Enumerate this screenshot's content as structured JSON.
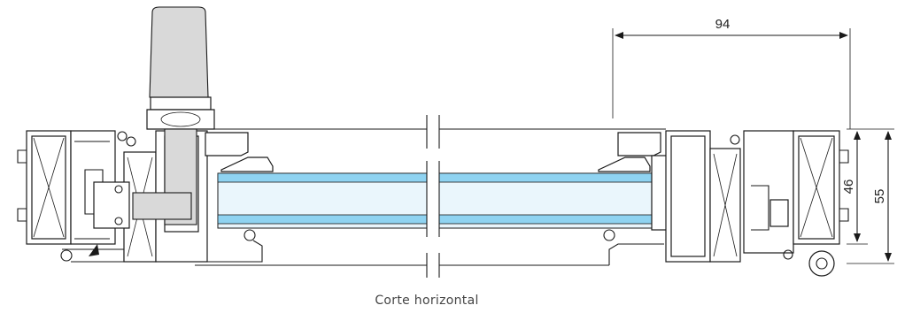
{
  "dimensions": {
    "width_94": "94",
    "height_46": "46",
    "height_55": "55"
  },
  "caption": "Corte horizontal",
  "colors": {
    "glass": "#8fd3f1",
    "glass_pane": "#eaf6fc",
    "line": "#1a1a1a",
    "handle": "#d9d9d9"
  }
}
